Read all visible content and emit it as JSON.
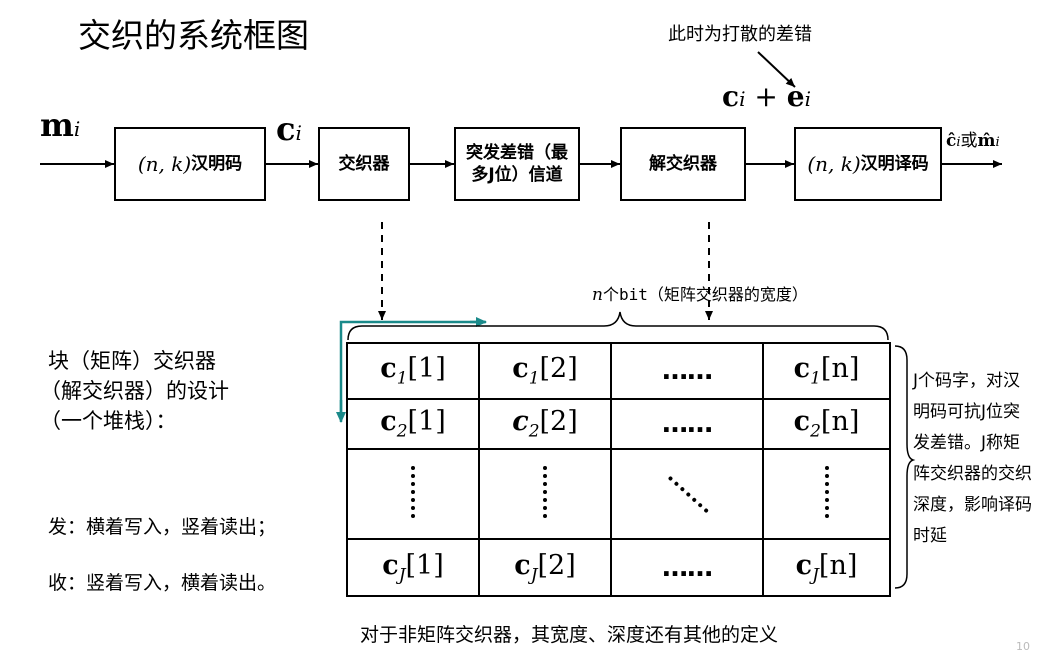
{
  "title": "交织的系统框图",
  "annotation_note": "此时为打散的差错",
  "signals": {
    "m_i": "m",
    "m_i_sub": "i",
    "c_i": "c",
    "c_i_sub": "i",
    "c_plus_e": "c",
    "c_plus_e_sub1": "i",
    "c_plus_e_op": " + ",
    "c_plus_e_e": "e",
    "c_plus_e_sub2": "i",
    "output_c": "ĉ",
    "output_c_sub": "i",
    "output_or": "或",
    "output_m": "m̂",
    "output_m_sub": "i"
  },
  "blocks": {
    "hamming_math": "(n, k)",
    "hamming_text": "汉明码",
    "interleaver": "交织器",
    "channel": "突发差错（最多J位）信道",
    "deinterleaver": "解交织器",
    "decoder_math": "(n, k)",
    "decoder_text": "汉明译码"
  },
  "side_text": {
    "line1": "块（矩阵）交织器",
    "line2": "（解交织器）的设计",
    "line3": "（一个堆栈）：",
    "send": "发：横着写入，竖着读出；",
    "receive": "收：竖着写入，横着读出。"
  },
  "width_label": {
    "n": "n",
    "unit": "个bit",
    "desc": "（矩阵交织器的宽度）"
  },
  "right_note": "J个码字，对汉明码可抗J位突发差错。J称矩阵交织器的交织深度，影响译码时延",
  "matrix": {
    "rows": [
      {
        "sym": "c",
        "sub": "1",
        "c1": "[1]",
        "c2": "[2]",
        "dots": "……",
        "cn": "[n]"
      },
      {
        "sym": "c",
        "sub": "2",
        "c1": "[1]",
        "c2": "[2]",
        "dots": "……",
        "cn": "[n]"
      },
      {
        "sym": "c",
        "sub": "J",
        "c1": "[1]",
        "c2": "[2]",
        "dots": "……",
        "cn": "[n]"
      }
    ]
  },
  "footer": "对于非矩阵交织器，其宽度、深度还有其他的定义",
  "page_number": "10",
  "colors": {
    "teal_arrow": "#1a8a8a",
    "ink": "#000000"
  }
}
